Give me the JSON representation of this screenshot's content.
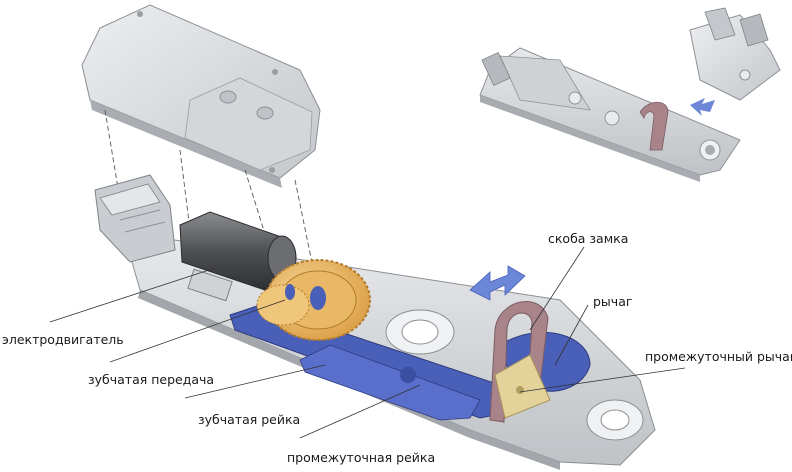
{
  "labels": {
    "motor": "электродвигатель",
    "gear": "зубчатая передача",
    "rack": "зубчатая рейка",
    "intermediate_rack": "промежуточная рейка",
    "lock_bracket": "скоба замка",
    "lever": "рычаг",
    "intermediate_lever": "промежуточный рычаг"
  },
  "colors": {
    "housing": "#dcdee0",
    "housing_shade": "#b9bcc0",
    "base": "#d7d9dc",
    "rack_blue": "#4a5fb8",
    "gear_orange": "#e8b55a",
    "bracket_mauve": "#a9838a",
    "lever_tan": "#e3d29a",
    "motor_dark": "#5a5c60",
    "arrow_blue": "#6c86d8"
  }
}
